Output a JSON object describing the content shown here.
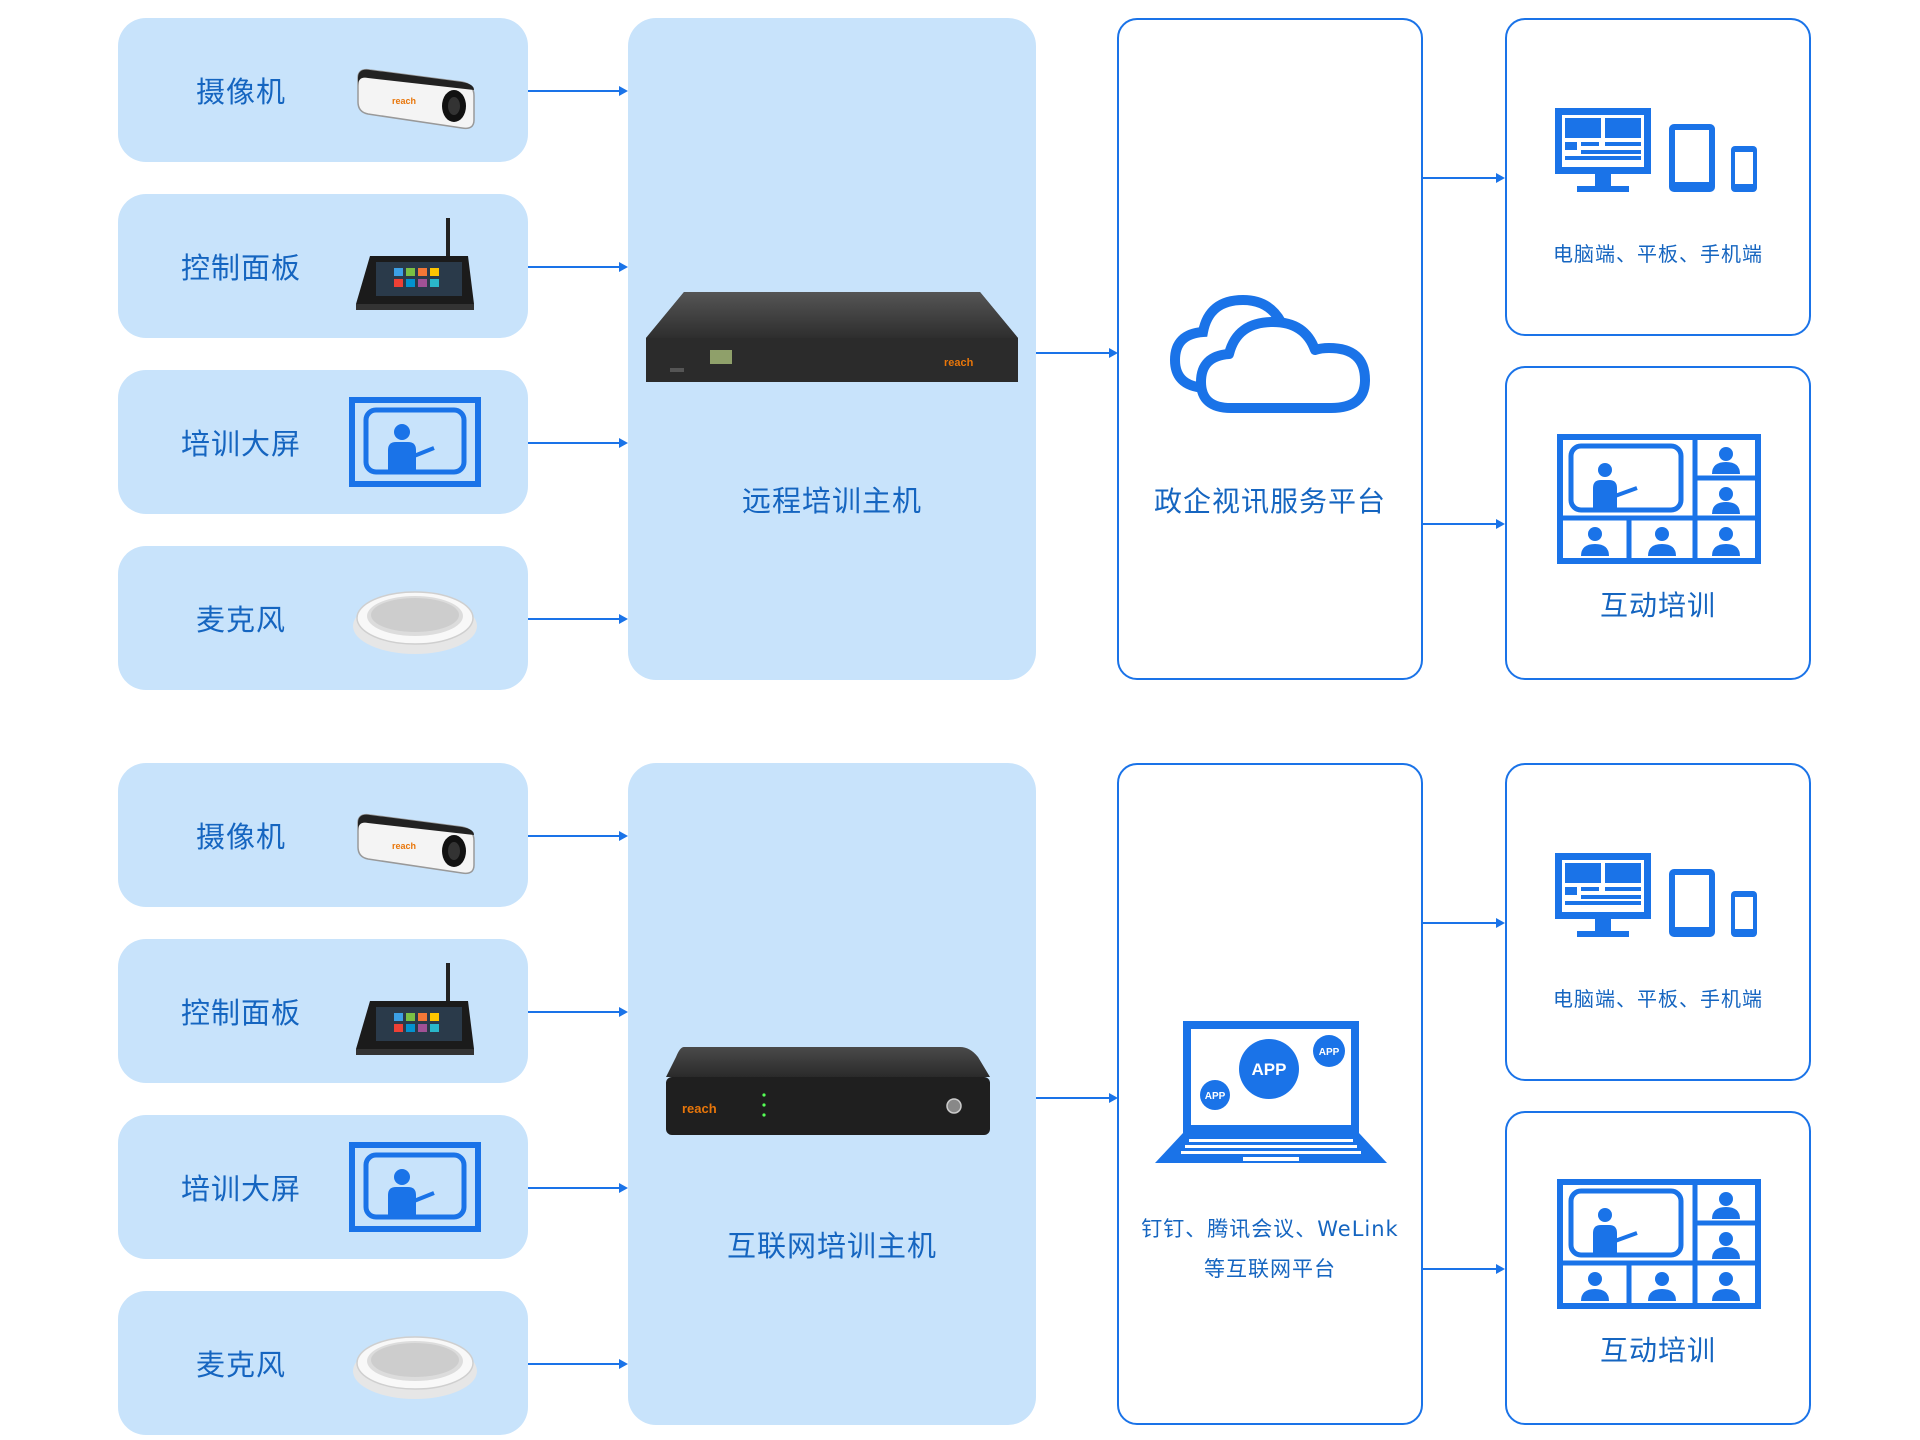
{
  "colors": {
    "accent": "#1a73e8",
    "panel_fill": "#c8e3fb",
    "text": "#1565c0"
  },
  "top_flow": {
    "inputs": [
      {
        "label": "摄像机",
        "icon": "camera-image"
      },
      {
        "label": "控制面板",
        "icon": "control-panel-image"
      },
      {
        "label": "培训大屏",
        "icon": "training-screen-icon"
      },
      {
        "label": "麦克风",
        "icon": "microphone-image"
      }
    ],
    "host": {
      "label": "远程培训主机",
      "icon": "rack-server-image"
    },
    "platform": {
      "label": "政企视讯服务平台",
      "icon": "cloud-icon"
    },
    "outputs": [
      {
        "label": "电脑端、平板、手机端",
        "icon": "devices-icon"
      },
      {
        "label": "互动培训",
        "icon": "video-conference-icon"
      }
    ]
  },
  "bottom_flow": {
    "inputs": [
      {
        "label": "摄像机",
        "icon": "camera-image"
      },
      {
        "label": "控制面板",
        "icon": "control-panel-image"
      },
      {
        "label": "培训大屏",
        "icon": "training-screen-icon"
      },
      {
        "label": "麦克风",
        "icon": "microphone-image"
      }
    ],
    "host": {
      "label": "互联网培训主机",
      "icon": "desktop-box-image"
    },
    "platform": {
      "label_line1": "钉钉、腾讯会议、WeLink",
      "label_line2": "等互联网平台",
      "icon": "laptop-app-icon",
      "app_badges": [
        "APP",
        "APP",
        "APP"
      ]
    },
    "outputs": [
      {
        "label": "电脑端、平板、手机端",
        "icon": "devices-icon"
      },
      {
        "label": "互动培训",
        "icon": "video-conference-icon"
      }
    ]
  }
}
